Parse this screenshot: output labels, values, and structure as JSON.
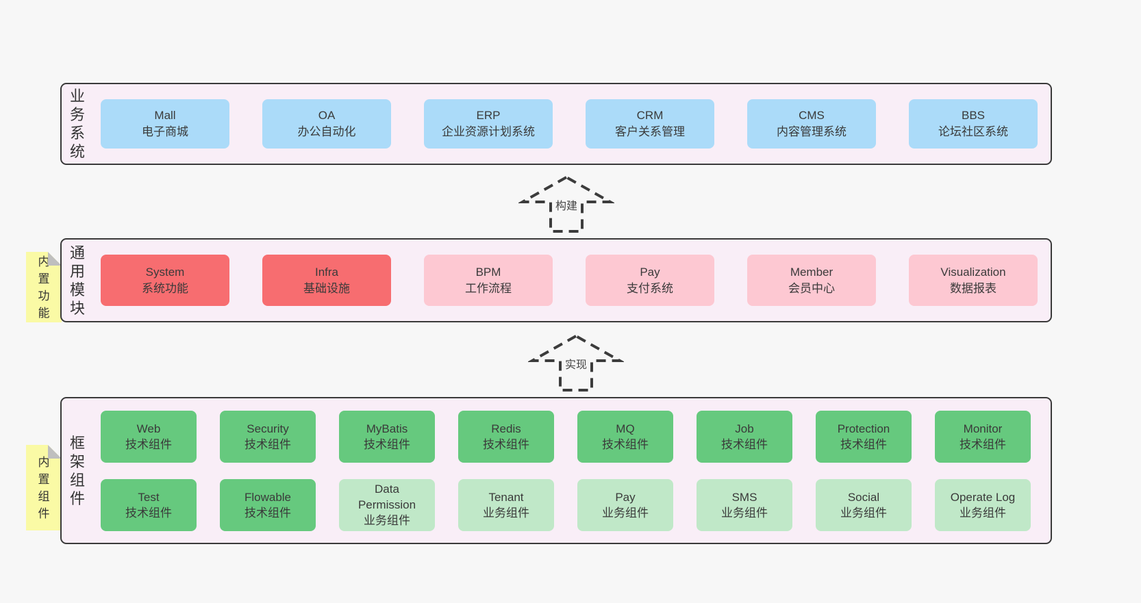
{
  "colors": {
    "page_bg": "#f7f7f7",
    "panel_bg": "#f9eef7",
    "panel_border": "#3a3a3a",
    "box_blue": "#abdbf9",
    "box_red": "#f76d70",
    "box_pink": "#fdc8d2",
    "box_green": "#66c97e",
    "box_light_green": "#c0e8c8",
    "note_yellow": "#fafaa5",
    "note_fold_gray": "#bfbfbf",
    "text": "#3a3a3a"
  },
  "arrows": [
    {
      "label": "构建"
    },
    {
      "label": "实现"
    }
  ],
  "sections": [
    {
      "label": "业务系统",
      "boxes": [
        {
          "title": "Mall",
          "subtitle": "电子商城"
        },
        {
          "title": "OA",
          "subtitle": "办公自动化"
        },
        {
          "title": "ERP",
          "subtitle": "企业资源计划系统"
        },
        {
          "title": "CRM",
          "subtitle": "客户关系管理"
        },
        {
          "title": "CMS",
          "subtitle": "内容管理系统"
        },
        {
          "title": "BBS",
          "subtitle": "论坛社区系统"
        }
      ]
    },
    {
      "label": "通用模块",
      "note": "内置功能",
      "boxes": [
        {
          "title": "System",
          "subtitle": "系统功能"
        },
        {
          "title": "Infra",
          "subtitle": "基础设施"
        },
        {
          "title": "BPM",
          "subtitle": "工作流程"
        },
        {
          "title": "Pay",
          "subtitle": "支付系统"
        },
        {
          "title": "Member",
          "subtitle": "会员中心"
        },
        {
          "title": "Visualization",
          "subtitle": "数据报表"
        }
      ]
    },
    {
      "label": "框架组件",
      "note": "内置组件",
      "rows": [
        [
          {
            "title": "Web",
            "subtitle": "技术组件"
          },
          {
            "title": "Security",
            "subtitle": "技术组件"
          },
          {
            "title": "MyBatis",
            "subtitle": "技术组件"
          },
          {
            "title": "Redis",
            "subtitle": "技术组件"
          },
          {
            "title": "MQ",
            "subtitle": "技术组件"
          },
          {
            "title": "Job",
            "subtitle": "技术组件"
          },
          {
            "title": "Protection",
            "subtitle": "技术组件"
          },
          {
            "title": "Monitor",
            "subtitle": "技术组件"
          }
        ],
        [
          {
            "title": "Test",
            "subtitle": "技术组件"
          },
          {
            "title": "Flowable",
            "subtitle": "技术组件"
          },
          {
            "title": "Data Permission",
            "subtitle": "业务组件"
          },
          {
            "title": "Tenant",
            "subtitle": "业务组件"
          },
          {
            "title": "Pay",
            "subtitle": "业务组件"
          },
          {
            "title": "SMS",
            "subtitle": "业务组件"
          },
          {
            "title": "Social",
            "subtitle": "业务组件"
          },
          {
            "title": "Operate Log",
            "subtitle": "业务组件"
          }
        ]
      ]
    }
  ]
}
